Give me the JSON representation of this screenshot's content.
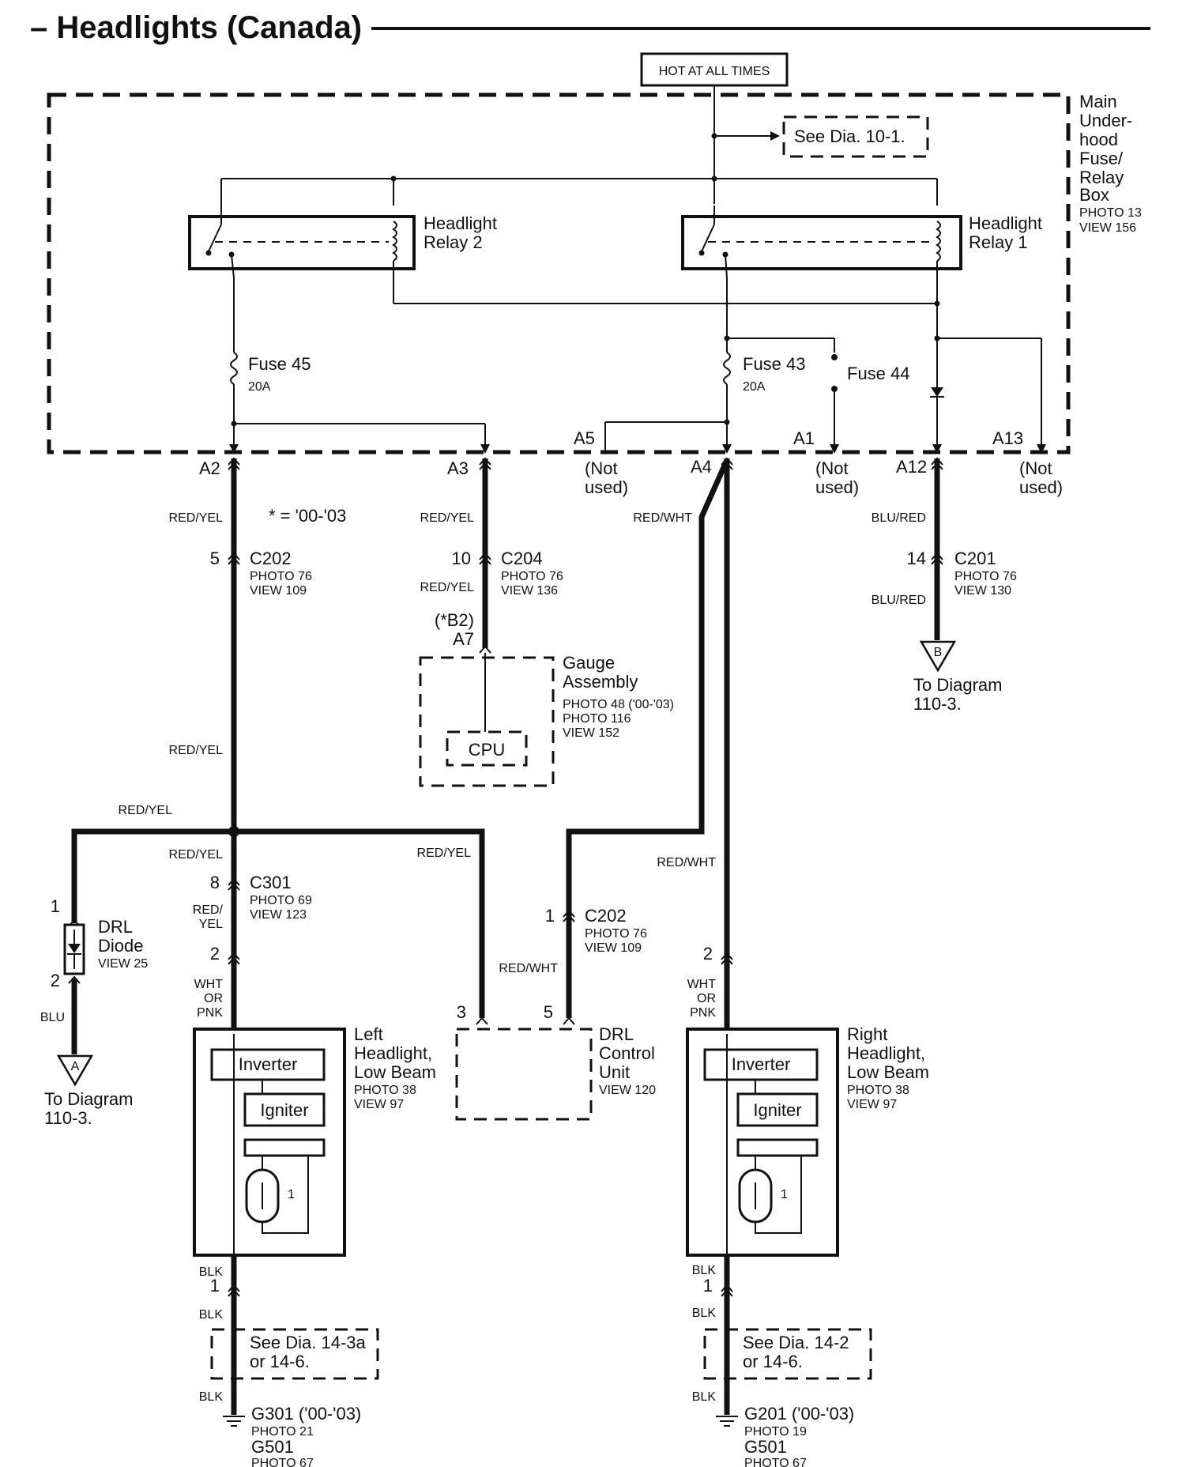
{
  "title": "– Headlights (Canada)",
  "power": "HOT AT ALL TIMES",
  "see_dia_top": "See Dia. 10-1.",
  "fusebox": {
    "lines": [
      "Main",
      "Under-",
      "hood",
      "Fuse/",
      "Relay",
      "Box"
    ],
    "photo": "PHOTO 13",
    "view": "VIEW 156"
  },
  "relay2": [
    "Headlight",
    "Relay 2"
  ],
  "relay1": [
    "Headlight",
    "Relay 1"
  ],
  "fuse45": {
    "label": "Fuse  45",
    "rating": "20A"
  },
  "fuse43": {
    "label": "Fuse  43",
    "rating": "20A"
  },
  "fuse44": {
    "label": "Fuse  44"
  },
  "terminals": [
    "A2",
    "A3",
    "A5",
    "A4",
    "A1",
    "A12",
    "A13"
  ],
  "not_used": [
    "(Not",
    "used)"
  ],
  "note": "* = '00-'03",
  "wires": {
    "red_yel": "RED/YEL",
    "red_wht": "RED/WHT",
    "blu_red": "BLU/RED",
    "blu": "BLU",
    "blk": "BLK",
    "red_yel_split": [
      "RED/",
      "YEL"
    ],
    "wht_or_pnk": [
      "WHT",
      "OR",
      "PNK"
    ]
  },
  "connectors": {
    "c202_left": {
      "pin": "5",
      "name": "C202",
      "photo": "PHOTO 76",
      "view": "VIEW 109"
    },
    "c204": {
      "pin": "10",
      "name": "C204",
      "photo": "PHOTO 76",
      "view": "VIEW 136"
    },
    "c201": {
      "pin": "14",
      "name": "C201",
      "photo": "PHOTO 76",
      "view": "VIEW 130"
    },
    "c301": {
      "pin": "8",
      "name": "C301",
      "photo": "PHOTO 69",
      "view": "VIEW 123"
    },
    "c202_drl": {
      "pin": "1",
      "name": "C202",
      "photo": "PHOTO 76",
      "view": "VIEW 109"
    }
  },
  "gauge": {
    "pin_alt": "(*B2)",
    "pin": "A7",
    "lines": [
      "Gauge",
      "Assembly"
    ],
    "photos": [
      "PHOTO 48 ('00-'03)",
      "PHOTO 116",
      "VIEW 152"
    ],
    "cpu": "CPU"
  },
  "to_diagram_b": {
    "marker": "B",
    "lines": [
      "To Diagram",
      "110-3."
    ]
  },
  "to_diagram_a": {
    "marker": "A",
    "lines": [
      "To Diagram",
      "110-3."
    ]
  },
  "drl_diode": {
    "pin_top": "1",
    "pin_bottom": "2",
    "lines": [
      "DRL",
      "Diode"
    ],
    "view": "VIEW 25"
  },
  "drl_unit": {
    "pin3": "3",
    "pin5": "5",
    "lines": [
      "DRL",
      "Control",
      "Unit"
    ],
    "view": "VIEW 120"
  },
  "left_headlight": {
    "pin_top": "2",
    "lines": [
      "Left",
      "Headlight,",
      "Low Beam"
    ],
    "photo": "PHOTO 38",
    "view": "VIEW 97",
    "inverter": "Inverter",
    "igniter": "Igniter",
    "bulb_pin": "1",
    "pin_bottom": "1",
    "see_dia": [
      "See Dia. 14-3a",
      "or 14-6."
    ],
    "ground": [
      "G301 ('00-'03)",
      "PHOTO 21",
      "G501",
      "PHOTO 67"
    ]
  },
  "right_headlight": {
    "pin_top": "2",
    "lines": [
      "Right",
      "Headlight,",
      "Low Beam"
    ],
    "photo": "PHOTO 38",
    "view": "VIEW 97",
    "inverter": "Inverter",
    "igniter": "Igniter",
    "bulb_pin": "1",
    "pin_bottom": "1",
    "see_dia": [
      "See Dia.  14-2",
      "or 14-6."
    ],
    "ground": [
      "G201 ('00-'03)",
      "PHOTO 19",
      "G501",
      "PHOTO 67"
    ]
  }
}
